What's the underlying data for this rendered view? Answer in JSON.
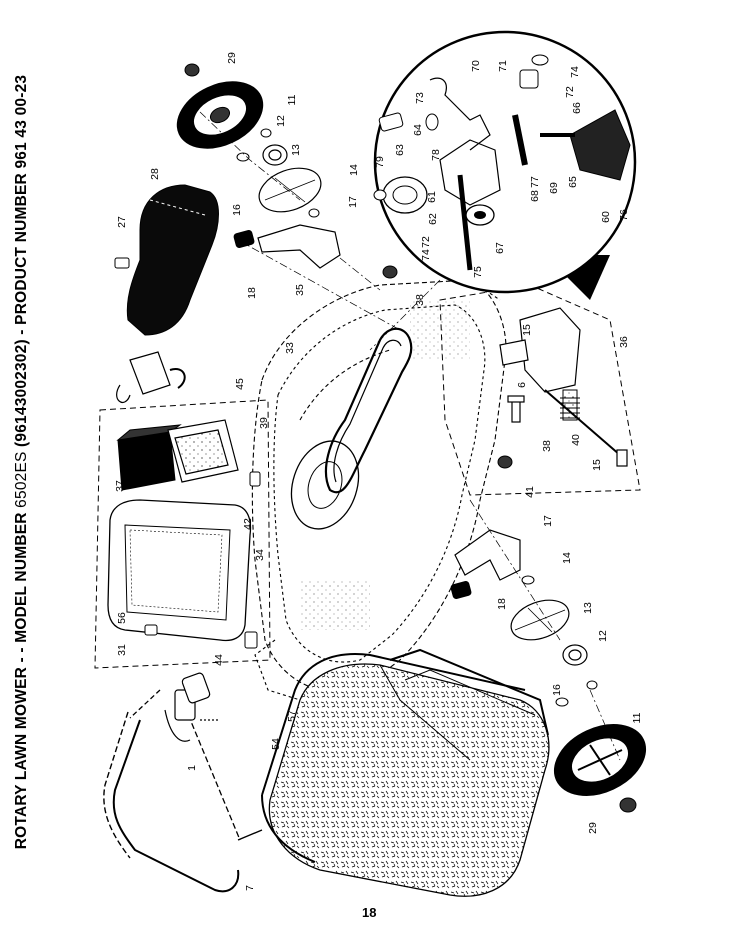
{
  "title": {
    "part1": "ROTARY LAWN MOWER - - MODEL NUMBER",
    "model": "6502ES",
    "part2": "(96143002302) - PRODUCT NUMBER 961 43 00-23"
  },
  "page_number": "18",
  "callouts": [
    "1",
    "6",
    "7",
    "11",
    "12",
    "13",
    "14",
    "15",
    "16",
    "17",
    "18",
    "27",
    "28",
    "29",
    "31",
    "33",
    "34",
    "35",
    "36",
    "37",
    "38",
    "39",
    "40",
    "41",
    "42",
    "44",
    "45",
    "54",
    "56",
    "57",
    "60",
    "61",
    "62",
    "63",
    "64",
    "65",
    "66",
    "67",
    "68",
    "69",
    "70",
    "71",
    "72",
    "73",
    "74",
    "75",
    "76",
    "77",
    "78",
    "79"
  ]
}
